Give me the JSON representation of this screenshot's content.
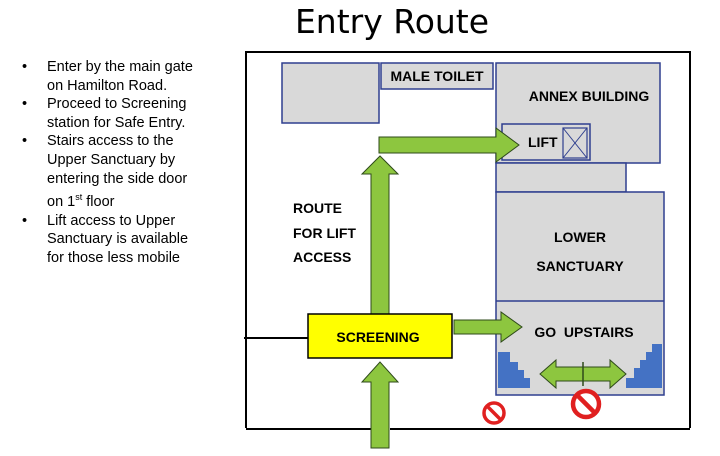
{
  "title": "Entry Route",
  "bullets": [
    {
      "parts": [
        "Enter by the main gate on Hamilton Road."
      ],
      "sup": ""
    },
    {
      "parts": [
        "Proceed to Screening station for Safe Entry."
      ],
      "sup": ""
    },
    {
      "parts": [
        "Stairs access to the Upper Sanctuary by entering the side door on 1",
        " floor"
      ],
      "sup": "st"
    },
    {
      "parts": [
        "Lift access to Upper Sanctuary is available for those less mobile"
      ],
      "sup": ""
    }
  ],
  "map": {
    "male_toilet": "MALE TOILET",
    "annex_building": "ANNEX BUILDING",
    "lift": "LIFT",
    "route_label": [
      "ROUTE",
      "FOR LIFT",
      "ACCESS"
    ],
    "lower_sanctuary": [
      "LOWER",
      "SANCTUARY"
    ],
    "screening": "SCREENING",
    "go_upstairs": "GO  UPSTAIRS"
  },
  "colors": {
    "arrow": "#8dc63f",
    "arrow_stroke": "#2e4a1a",
    "screening_fill": "#ffff00",
    "building_fill": "#d9d9d9",
    "building_stroke": "#2f3f8f",
    "stairs": "#4472c4",
    "no_entry": "#e02020"
  }
}
